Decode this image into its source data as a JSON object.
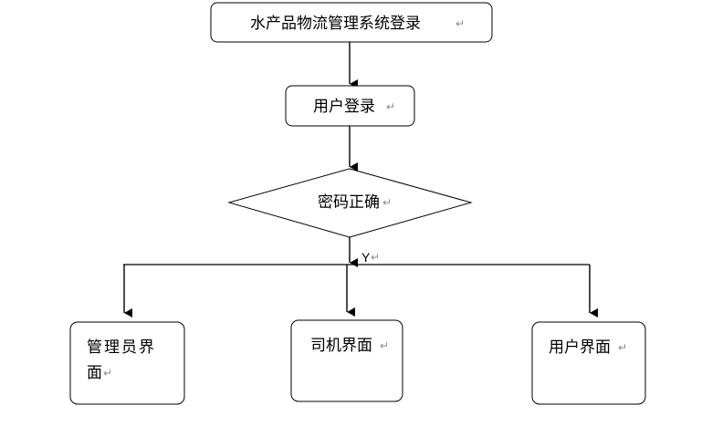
{
  "flowchart": {
    "title_box": "水产品物流管理系统登录",
    "user_login": "用户登录",
    "decision": "密码正确",
    "yes_label": "Y",
    "admin_line1": "管理员界",
    "admin_line2": "面",
    "driver": "司机界面",
    "user_ui": "用户界面",
    "return_mark": "↵"
  }
}
